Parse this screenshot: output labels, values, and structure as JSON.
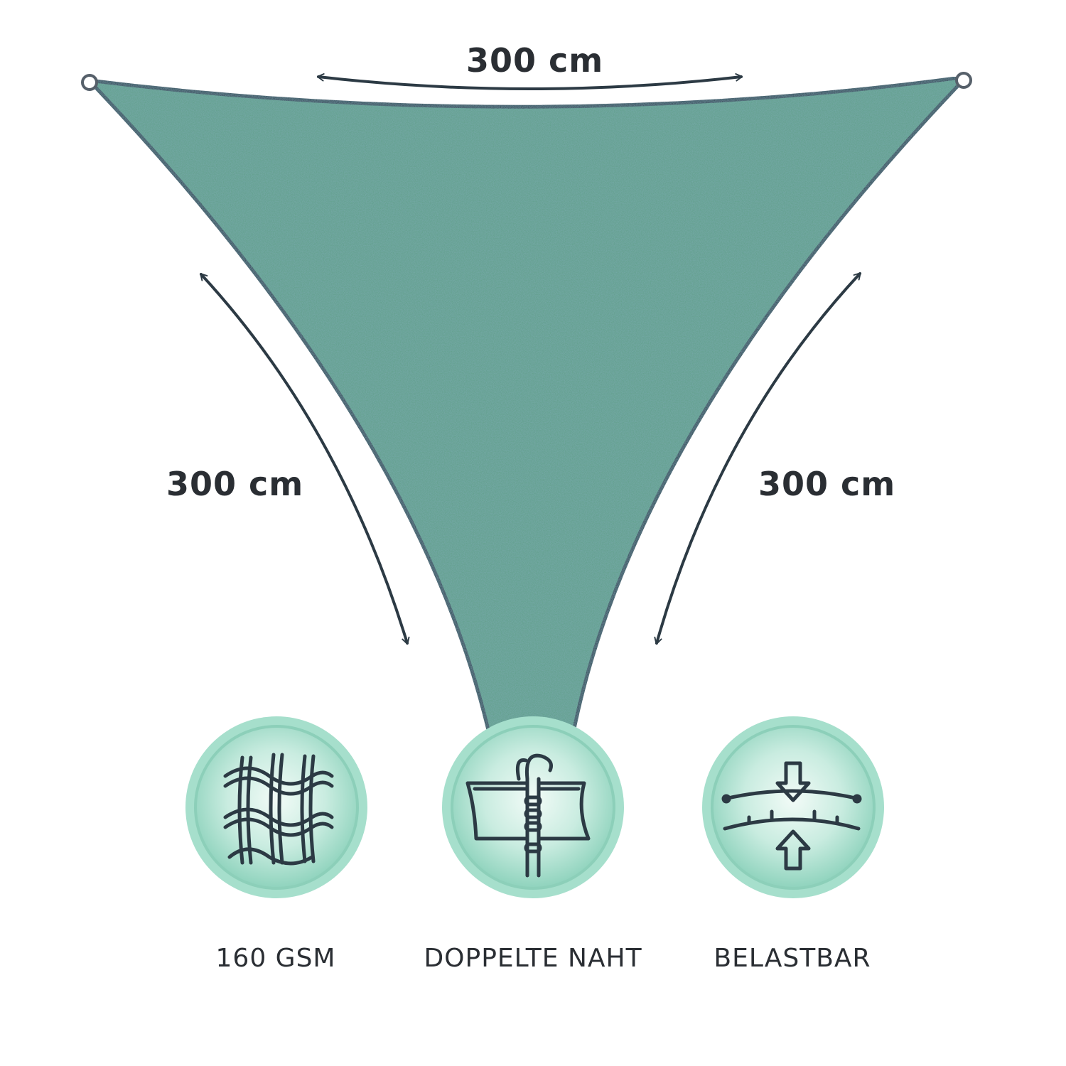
{
  "dimensions": {
    "top": "300 cm",
    "left": "300 cm",
    "right": "300 cm"
  },
  "features": [
    {
      "label": "160 GSM",
      "icon": "woven-fabric-icon"
    },
    {
      "label": "DOPPELTE NAHT",
      "icon": "double-seam-icon"
    },
    {
      "label": "BELASTBAR",
      "icon": "load-bearing-icon"
    }
  ],
  "colors": {
    "sail": "#5f9f86",
    "edge": "#2c3a44",
    "badge": "#93d7c1",
    "icon_line": "#2c3a44",
    "text": "#2a2e33"
  }
}
